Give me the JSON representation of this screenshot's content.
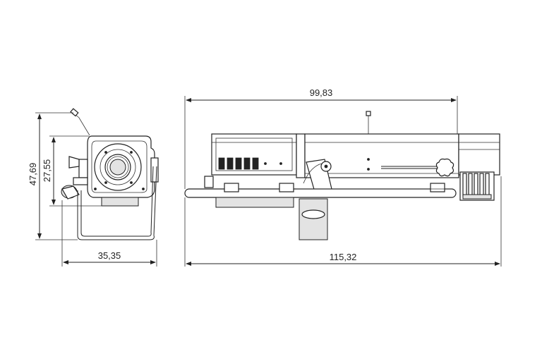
{
  "dimensions": {
    "side_total_width": "35,35",
    "side_total_height": "47,69",
    "side_inner_height": "27,55",
    "front_upper_width": "99,83",
    "front_total_width": "115,32"
  },
  "colors": {
    "line": "#222222",
    "background": "#ffffff",
    "shade": "#e3e3e3"
  }
}
